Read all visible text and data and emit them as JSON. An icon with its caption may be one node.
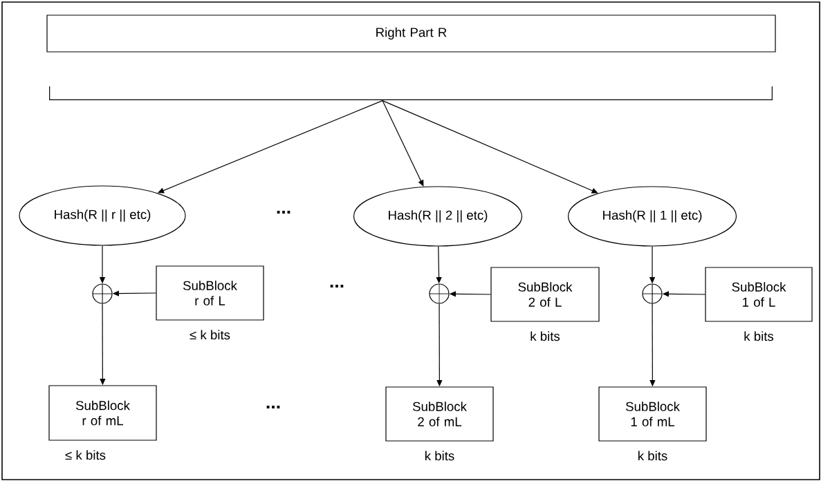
{
  "diagram": {
    "nodes": [
      {
        "text": [
          "Right Part R"
        ]
      },
      {
        "text": [],
        "shape": "bracket"
      },
      {
        "text": [
          "Hash(R || r || etc)"
        ]
      },
      {
        "text": [
          "Hash(R || 2 || etc)"
        ]
      },
      {
        "text": [
          "Hash(R || 1 || etc)"
        ]
      },
      {
        "text": [],
        "shape": "circle"
      },
      {
        "text": [],
        "shape": "circle"
      },
      {
        "text": [],
        "shape": "circle"
      },
      {
        "text": [
          "SubBlock r of L"
        ],
        "beside": [
          "≤ k bits"
        ]
      },
      {
        "text": [
          "SubBlock 2 of L"
        ],
        "beside": [
          "k bits"
        ]
      },
      {
        "text": [
          "SubBlock 1 of L"
        ],
        "beside": [
          "k bits"
        ]
      },
      {
        "text": [
          "SubBlock r of mL"
        ],
        "beside": [
          "≤ k bits"
        ]
      },
      {
        "text": [
          "SubBlock 2 of mL"
        ],
        "beside": [
          "k bits"
        ]
      },
      {
        "text": [
          "SubBlock 1 of mL"
        ],
        "beside": [
          "k bits"
        ]
      }
    ],
    "edges": [
      {
        "from": 1,
        "to": 2,
        "arrow": "to"
      },
      {
        "from": 1,
        "to": 3,
        "arrow": "to"
      },
      {
        "from": 1,
        "to": 4,
        "arrow": "to"
      },
      {
        "from": 2,
        "to": 5,
        "arrow": "to"
      },
      {
        "from": 3,
        "to": 6,
        "arrow": "to"
      },
      {
        "from": 4,
        "to": 7,
        "arrow": "to"
      },
      {
        "from": 8,
        "to": 5,
        "arrow": "to"
      },
      {
        "from": 9,
        "to": 6,
        "arrow": "to"
      },
      {
        "from": 10,
        "to": 7,
        "arrow": "to"
      },
      {
        "from": 5,
        "to": 11,
        "arrow": "to"
      },
      {
        "from": 6,
        "to": 12,
        "arrow": "to"
      },
      {
        "from": 7,
        "to": 13,
        "arrow": "to"
      }
    ],
    "labels": [
      "...",
      "...",
      "..."
    ]
  }
}
